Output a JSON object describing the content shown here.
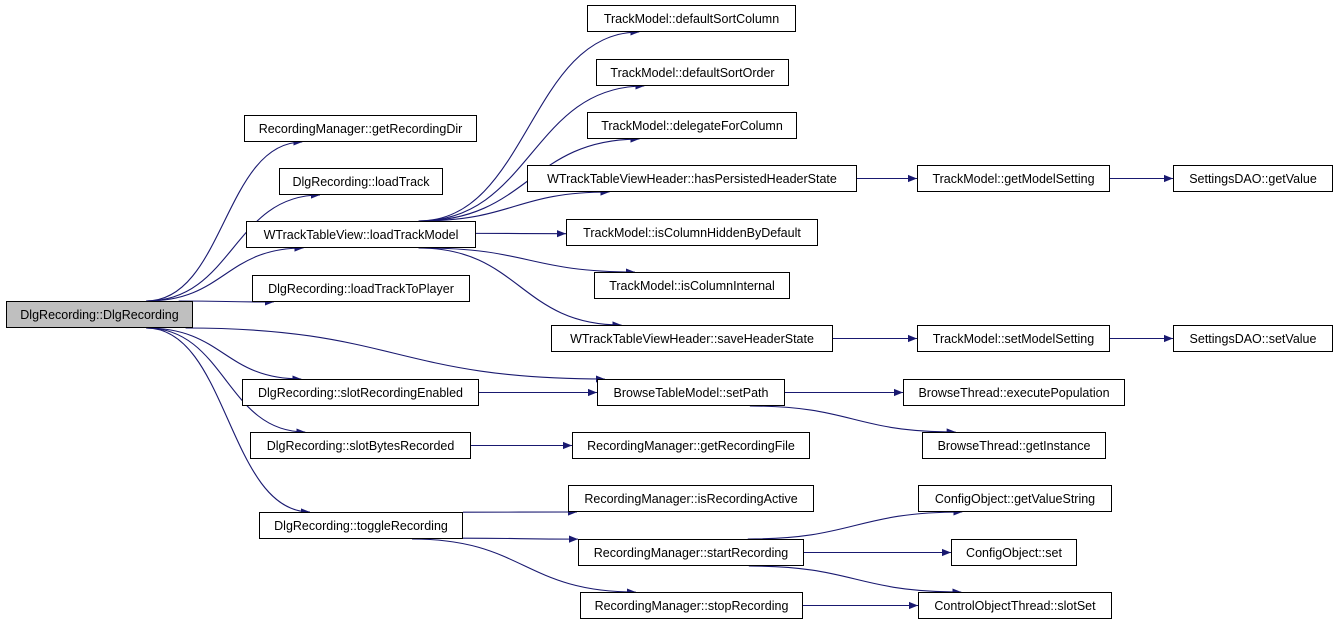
{
  "diagram": {
    "type": "call-graph",
    "edge_color": "#191970",
    "root_fill": "#bfbfbf",
    "nodes": {
      "n0": "DlgRecording::DlgRecording",
      "n1": "RecordingManager::getRecordingDir",
      "n2": "DlgRecording::loadTrack",
      "n3": "WTrackTableView::loadTrackModel",
      "n4": "DlgRecording::loadTrackToPlayer",
      "n5": "DlgRecording::slotRecordingEnabled",
      "n6": "DlgRecording::slotBytesRecorded",
      "n7": "DlgRecording::toggleRecording",
      "n8": "TrackModel::defaultSortColumn",
      "n9": "TrackModel::defaultSortOrder",
      "n10": "TrackModel::delegateForColumn",
      "n11": "WTrackTableViewHeader::hasPersistedHeaderState",
      "n12": "TrackModel::isColumnHiddenByDefault",
      "n13": "TrackModel::isColumnInternal",
      "n14": "WTrackTableViewHeader::saveHeaderState",
      "n15": "BrowseTableModel::setPath",
      "n16": "RecordingManager::getRecordingFile",
      "n17": "RecordingManager::isRecordingActive",
      "n18": "RecordingManager::startRecording",
      "n19": "RecordingManager::stopRecording",
      "n20": "TrackModel::getModelSetting",
      "n21": "TrackModel::setModelSetting",
      "n22": "BrowseThread::executePopulation",
      "n23": "BrowseThread::getInstance",
      "n24": "ConfigObject::getValueString",
      "n25": "ConfigObject::set",
      "n26": "ControlObjectThread::slotSet",
      "n27": "SettingsDAO::getValue",
      "n28": "SettingsDAO::setValue"
    },
    "edges": [
      [
        "n0",
        "n1"
      ],
      [
        "n0",
        "n2"
      ],
      [
        "n0",
        "n3"
      ],
      [
        "n0",
        "n4"
      ],
      [
        "n0",
        "n15"
      ],
      [
        "n0",
        "n5"
      ],
      [
        "n0",
        "n6"
      ],
      [
        "n0",
        "n7"
      ],
      [
        "n3",
        "n8"
      ],
      [
        "n3",
        "n9"
      ],
      [
        "n3",
        "n10"
      ],
      [
        "n3",
        "n11"
      ],
      [
        "n3",
        "n12"
      ],
      [
        "n3",
        "n13"
      ],
      [
        "n3",
        "n14"
      ],
      [
        "n11",
        "n20"
      ],
      [
        "n20",
        "n27"
      ],
      [
        "n14",
        "n21"
      ],
      [
        "n21",
        "n28"
      ],
      [
        "n5",
        "n15"
      ],
      [
        "n15",
        "n22"
      ],
      [
        "n15",
        "n23"
      ],
      [
        "n6",
        "n16"
      ],
      [
        "n7",
        "n17"
      ],
      [
        "n7",
        "n18"
      ],
      [
        "n7",
        "n19"
      ],
      [
        "n18",
        "n24"
      ],
      [
        "n18",
        "n25"
      ],
      [
        "n18",
        "n26"
      ],
      [
        "n19",
        "n26"
      ]
    ]
  }
}
